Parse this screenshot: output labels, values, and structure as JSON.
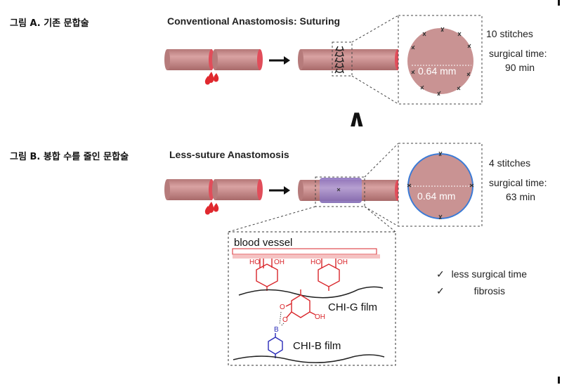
{
  "figure_a": {
    "korean_label": "그림 A. 기존 문합술",
    "title": "Conventional Anastomosis: Suturing",
    "diameter": "0.64 mm",
    "stitches": "10 stitches",
    "surgical_time_label": "surgical time:",
    "surgical_time_value": "90 min"
  },
  "comparison_symbol": "∧",
  "figure_b": {
    "korean_label": "그림 B. 봉합 수를 줄인 문합술",
    "title": "Less-suture Anastomosis",
    "diameter": "0.64 mm",
    "stitches": "4 stitches",
    "surgical_time_label": "surgical time:",
    "surgical_time_value": "63 min"
  },
  "chem_inset": {
    "blood_vessel_label": "blood vessel",
    "film_g_label": "CHI-G film",
    "film_b_label": "CHI-B film",
    "oh": "OH",
    "ho": "HO",
    "o": "O",
    "b": "B"
  },
  "benefits": [
    {
      "check": "✓",
      "text": "less surgical time"
    },
    {
      "check": "✓",
      "text": "fibrosis"
    }
  ],
  "colors": {
    "vessel": "#c98a8a",
    "vessel_dark": "#a86a6a",
    "vessel_end": "#e14d5a",
    "blood": "#e0282e",
    "disc_fill": "#c99393",
    "film": "#9c86c4",
    "disc_ring_b": "#3b7bd6",
    "chem_red": "#d9262b",
    "chem_blue": "#2a2cb8"
  }
}
